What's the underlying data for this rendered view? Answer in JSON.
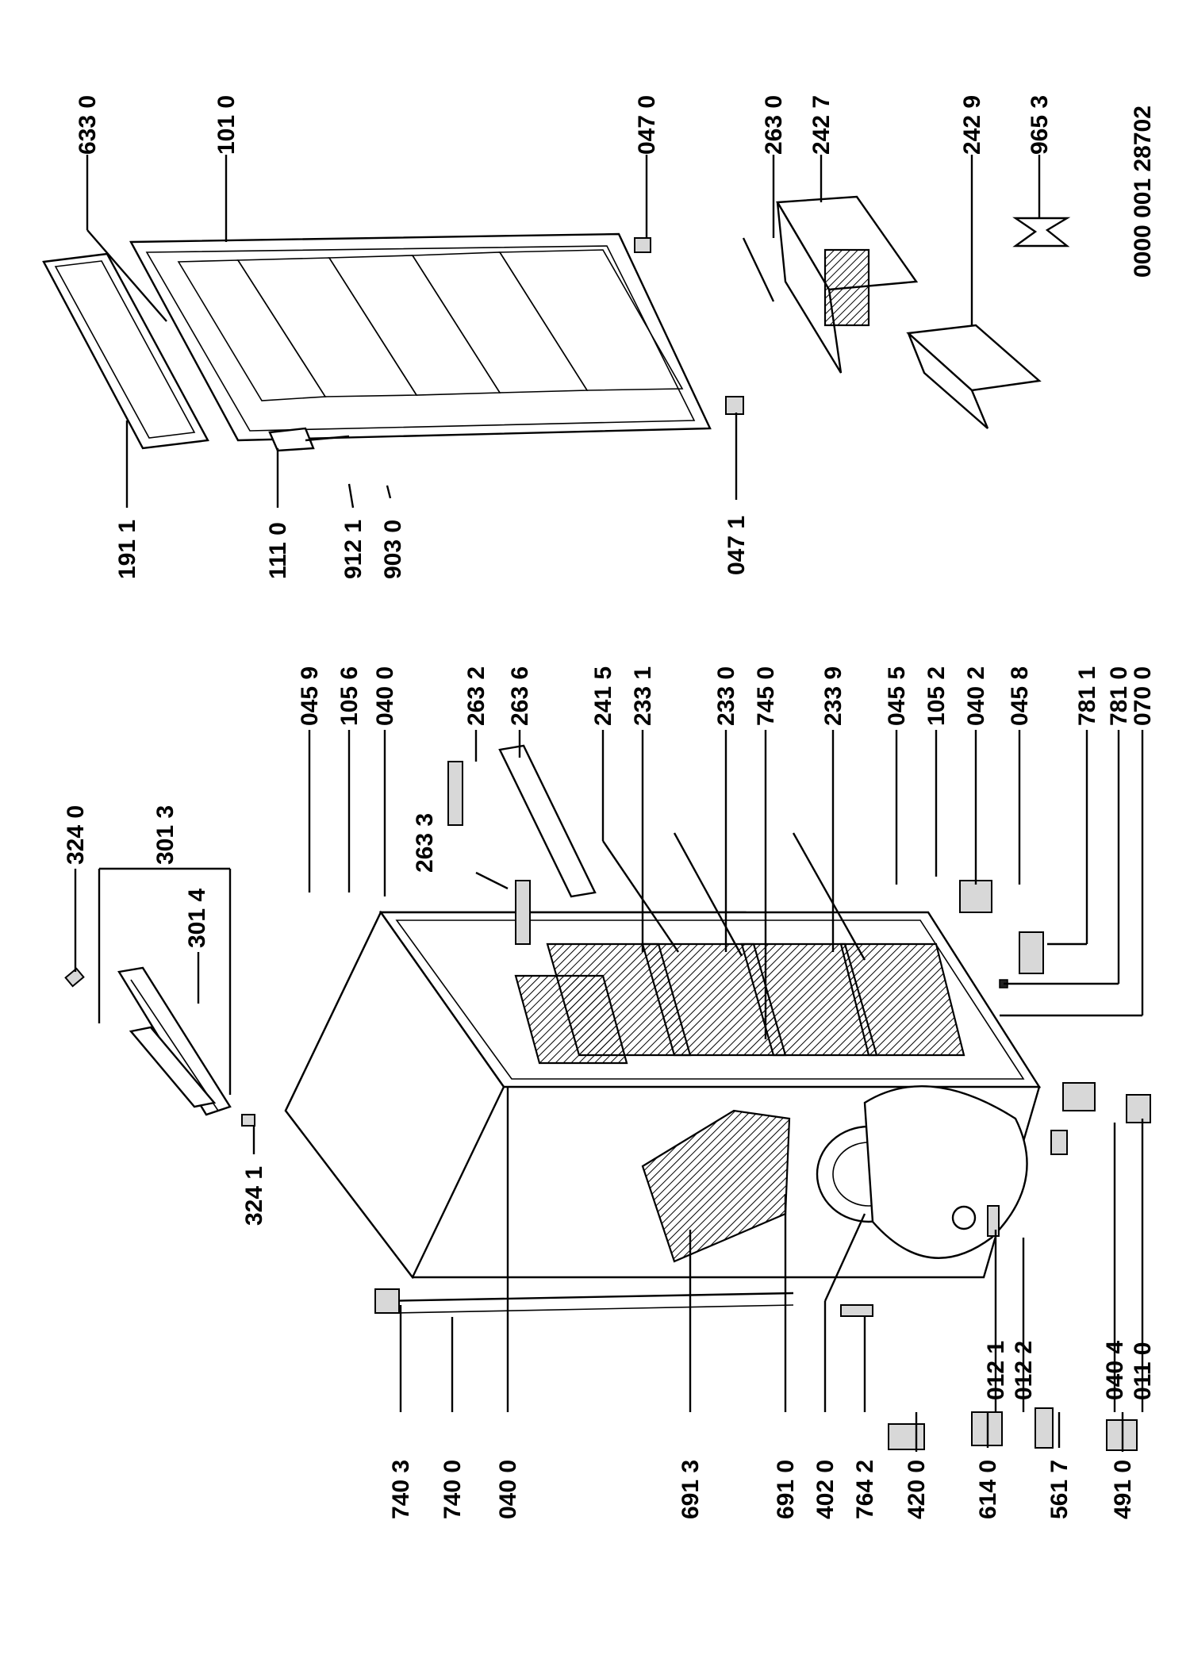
{
  "diagram": {
    "document_code": "0000 001 28702",
    "part_numbers": {
      "p6330": "633 0",
      "p1010": "101 0",
      "p0470": "047 0",
      "p2630": "263 0",
      "p2427": "242 7",
      "p2429": "242 9",
      "p9653": "965 3",
      "p1911": "191 1",
      "p1110": "111 0",
      "p9121": "912 1",
      "p9030": "903 0",
      "p0471": "047 1",
      "p3240": "324 0",
      "p3013": "301 3",
      "p3014": "301 4",
      "p3241": "324 1",
      "p0459": "045 9",
      "p1056": "105 6",
      "p0400_top": "040 0",
      "p2632": "263 2",
      "p2636": "263 6",
      "p2415": "241 5",
      "p2331": "233 1",
      "p2330": "233 0",
      "p7450": "745 0",
      "p2339": "233 9",
      "p0455": "045 5",
      "p1052": "105 2",
      "p0402": "040 2",
      "p0458": "045 8",
      "p7811": "781 1",
      "p7810": "781 0",
      "p0700": "070 0",
      "p2633": "263 3",
      "p7403": "740 3",
      "p7400": "740 0",
      "p0400_left": "040 0",
      "p6913": "691 3",
      "p6910": "691 0",
      "p4020": "402 0",
      "p7642": "764 2",
      "p4200": "420 0",
      "p6140": "614 0",
      "p5617": "561 7",
      "p4910": "491 0",
      "p0121": "012 1",
      "p0122": "012 2",
      "p0404": "040 4",
      "p0110": "011 0"
    }
  }
}
